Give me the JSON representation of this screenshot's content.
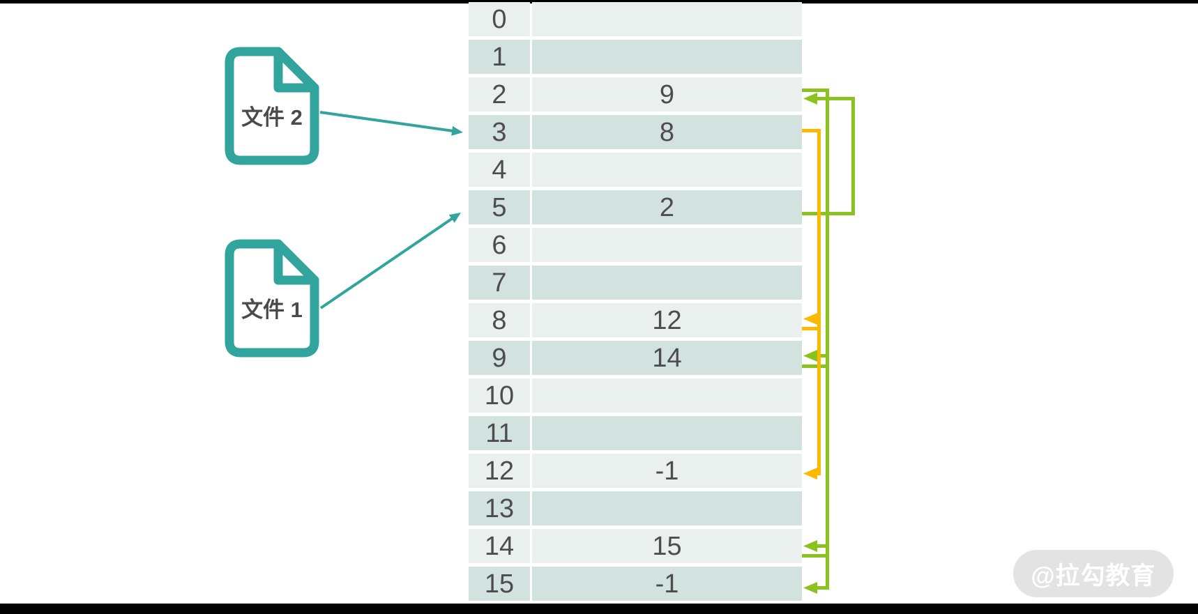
{
  "colors": {
    "teal": "#32A49E",
    "green": "#8CC21E",
    "orange": "#FBBA00",
    "row_light": "#E9F0EE",
    "row_dark": "#D2E2DE",
    "text": "#4D4D4D",
    "label": "#4A4A4A",
    "watermark_bg": "#E3E3E3",
    "watermark_text": "#FFFFFF",
    "bar": "#000000"
  },
  "files": [
    {
      "label": "文件 2",
      "points_to_row": 3
    },
    {
      "label": "文件 1",
      "points_to_row": 5
    }
  ],
  "table": {
    "rows": [
      {
        "index": "0",
        "value": ""
      },
      {
        "index": "1",
        "value": ""
      },
      {
        "index": "2",
        "value": "9"
      },
      {
        "index": "3",
        "value": "8"
      },
      {
        "index": "4",
        "value": ""
      },
      {
        "index": "5",
        "value": "2"
      },
      {
        "index": "6",
        "value": ""
      },
      {
        "index": "7",
        "value": ""
      },
      {
        "index": "8",
        "value": "12"
      },
      {
        "index": "9",
        "value": "14"
      },
      {
        "index": "10",
        "value": ""
      },
      {
        "index": "11",
        "value": ""
      },
      {
        "index": "12",
        "value": "-1"
      },
      {
        "index": "13",
        "value": ""
      },
      {
        "index": "14",
        "value": "15"
      },
      {
        "index": "15",
        "value": "-1"
      }
    ]
  },
  "links": [
    {
      "from": 5,
      "to": 2,
      "color": "green"
    },
    {
      "from": 2,
      "to": 9,
      "color": "green"
    },
    {
      "from": 9,
      "to": 14,
      "color": "green"
    },
    {
      "from": 14,
      "to": 15,
      "color": "green"
    },
    {
      "from": 3,
      "to": 8,
      "color": "orange"
    },
    {
      "from": 8,
      "to": 12,
      "color": "orange"
    }
  ],
  "watermark": {
    "text": "@拉勾教育"
  }
}
